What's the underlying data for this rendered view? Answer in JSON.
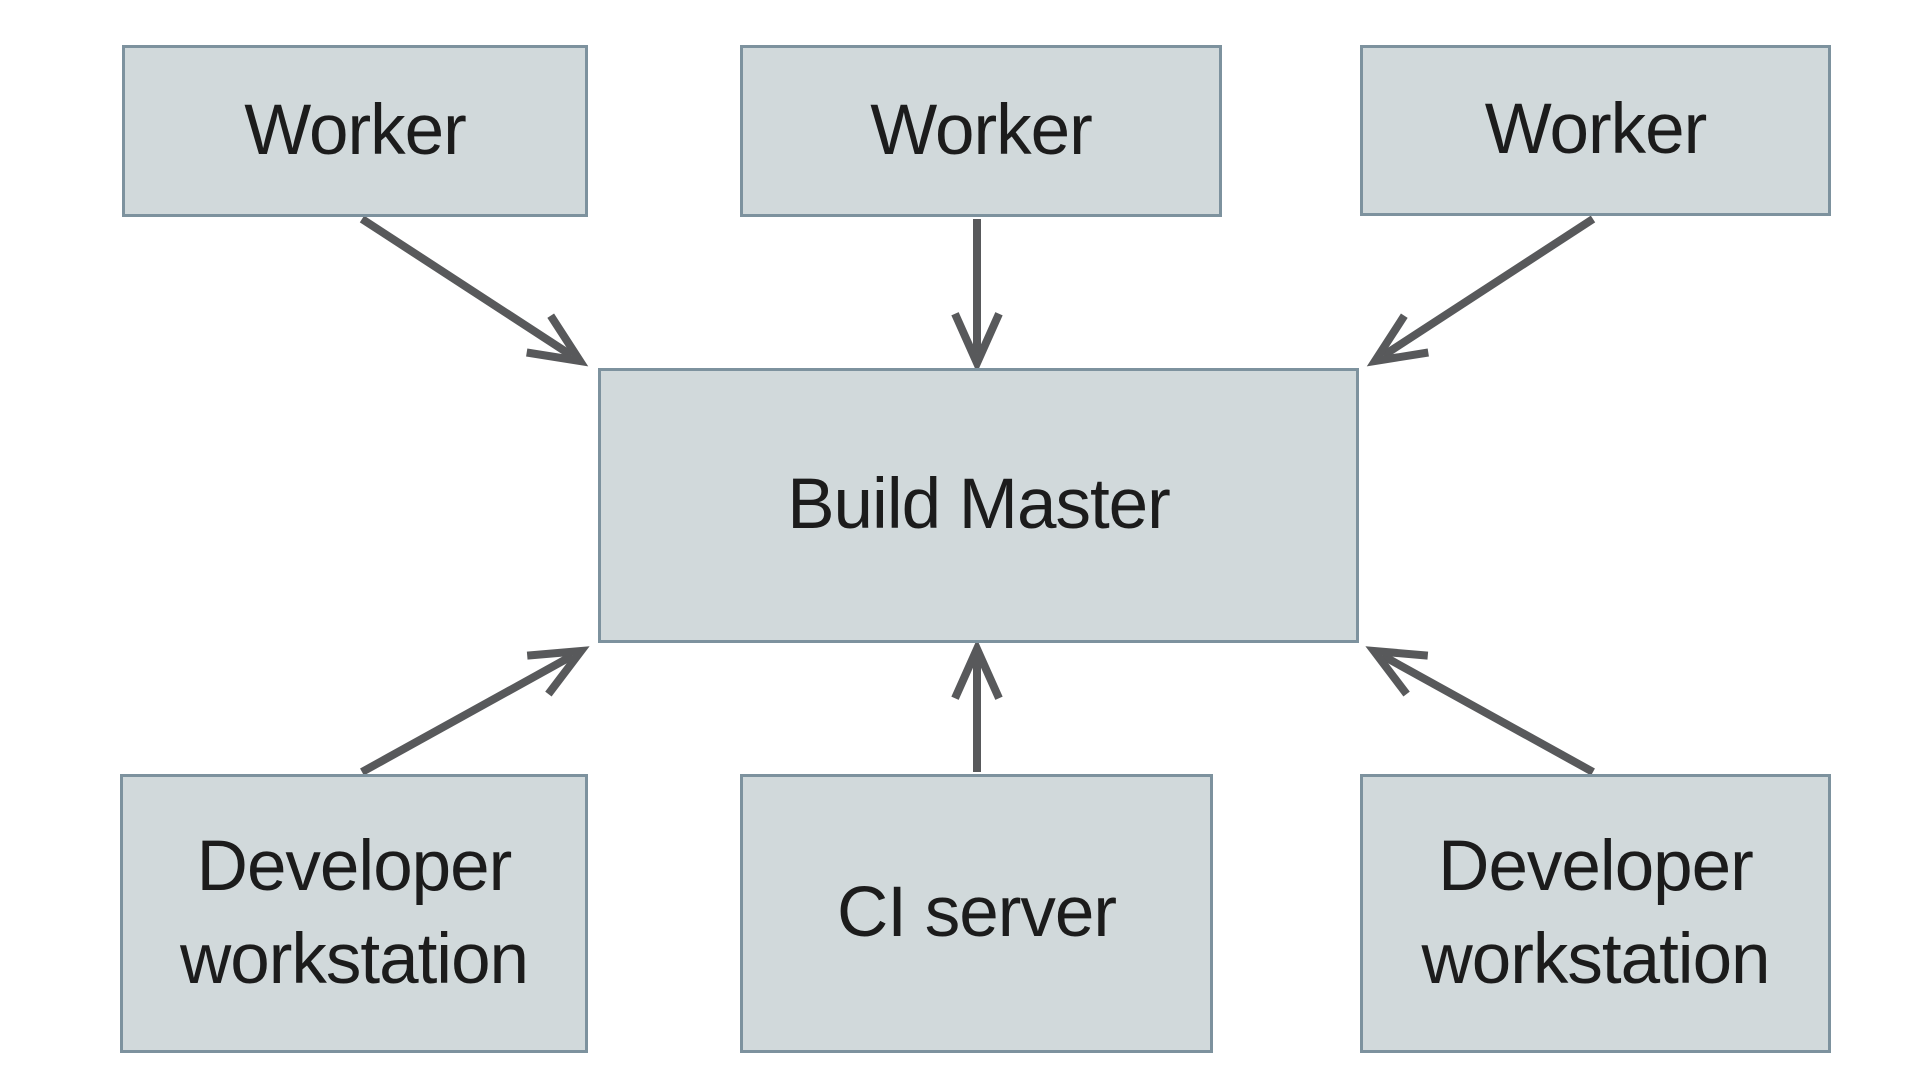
{
  "diagram": {
    "type": "architecture-diagram",
    "nodes": [
      {
        "id": "worker-1",
        "label": "Worker",
        "row": "top"
      },
      {
        "id": "worker-2",
        "label": "Worker",
        "row": "top"
      },
      {
        "id": "worker-3",
        "label": "Worker",
        "row": "top"
      },
      {
        "id": "build-master",
        "label": "Build Master",
        "row": "middle"
      },
      {
        "id": "dev-workstation-left",
        "label": "Developer workstation",
        "row": "bottom"
      },
      {
        "id": "ci-server",
        "label": "CI server",
        "row": "bottom"
      },
      {
        "id": "dev-workstation-right",
        "label": "Developer workstation",
        "row": "bottom"
      }
    ],
    "edges": [
      {
        "from": "worker-1",
        "to": "build-master"
      },
      {
        "from": "worker-2",
        "to": "build-master"
      },
      {
        "from": "worker-3",
        "to": "build-master"
      },
      {
        "from": "dev-workstation-left",
        "to": "build-master"
      },
      {
        "from": "ci-server",
        "to": "build-master"
      },
      {
        "from": "dev-workstation-right",
        "to": "build-master"
      }
    ],
    "colors": {
      "node_fill": "#d1d9db",
      "node_border": "#7d929e",
      "arrow": "#58595b",
      "text": "#1c1c1c",
      "background": "#ffffff"
    }
  }
}
